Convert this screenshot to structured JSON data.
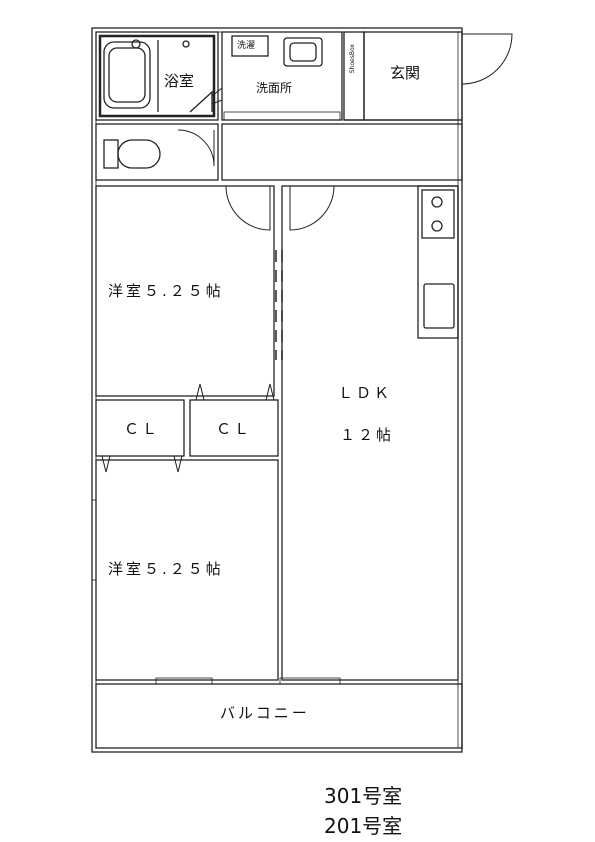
{
  "rooms": {
    "bath": "浴室",
    "washroom": "洗面所",
    "washer": "洗濯",
    "shoebox": "ShoesBox",
    "entrance": "玄関",
    "western_room_1": "洋室５.２５帖",
    "western_room_2": "洋室５.２５帖",
    "closet_1": "ＣＬ",
    "closet_2": "ＣＬ",
    "ldk": "ＬＤＫ",
    "ldk_size": "１２帖",
    "balcony": "バルコニー"
  },
  "units": [
    "301号室",
    "201号室"
  ]
}
